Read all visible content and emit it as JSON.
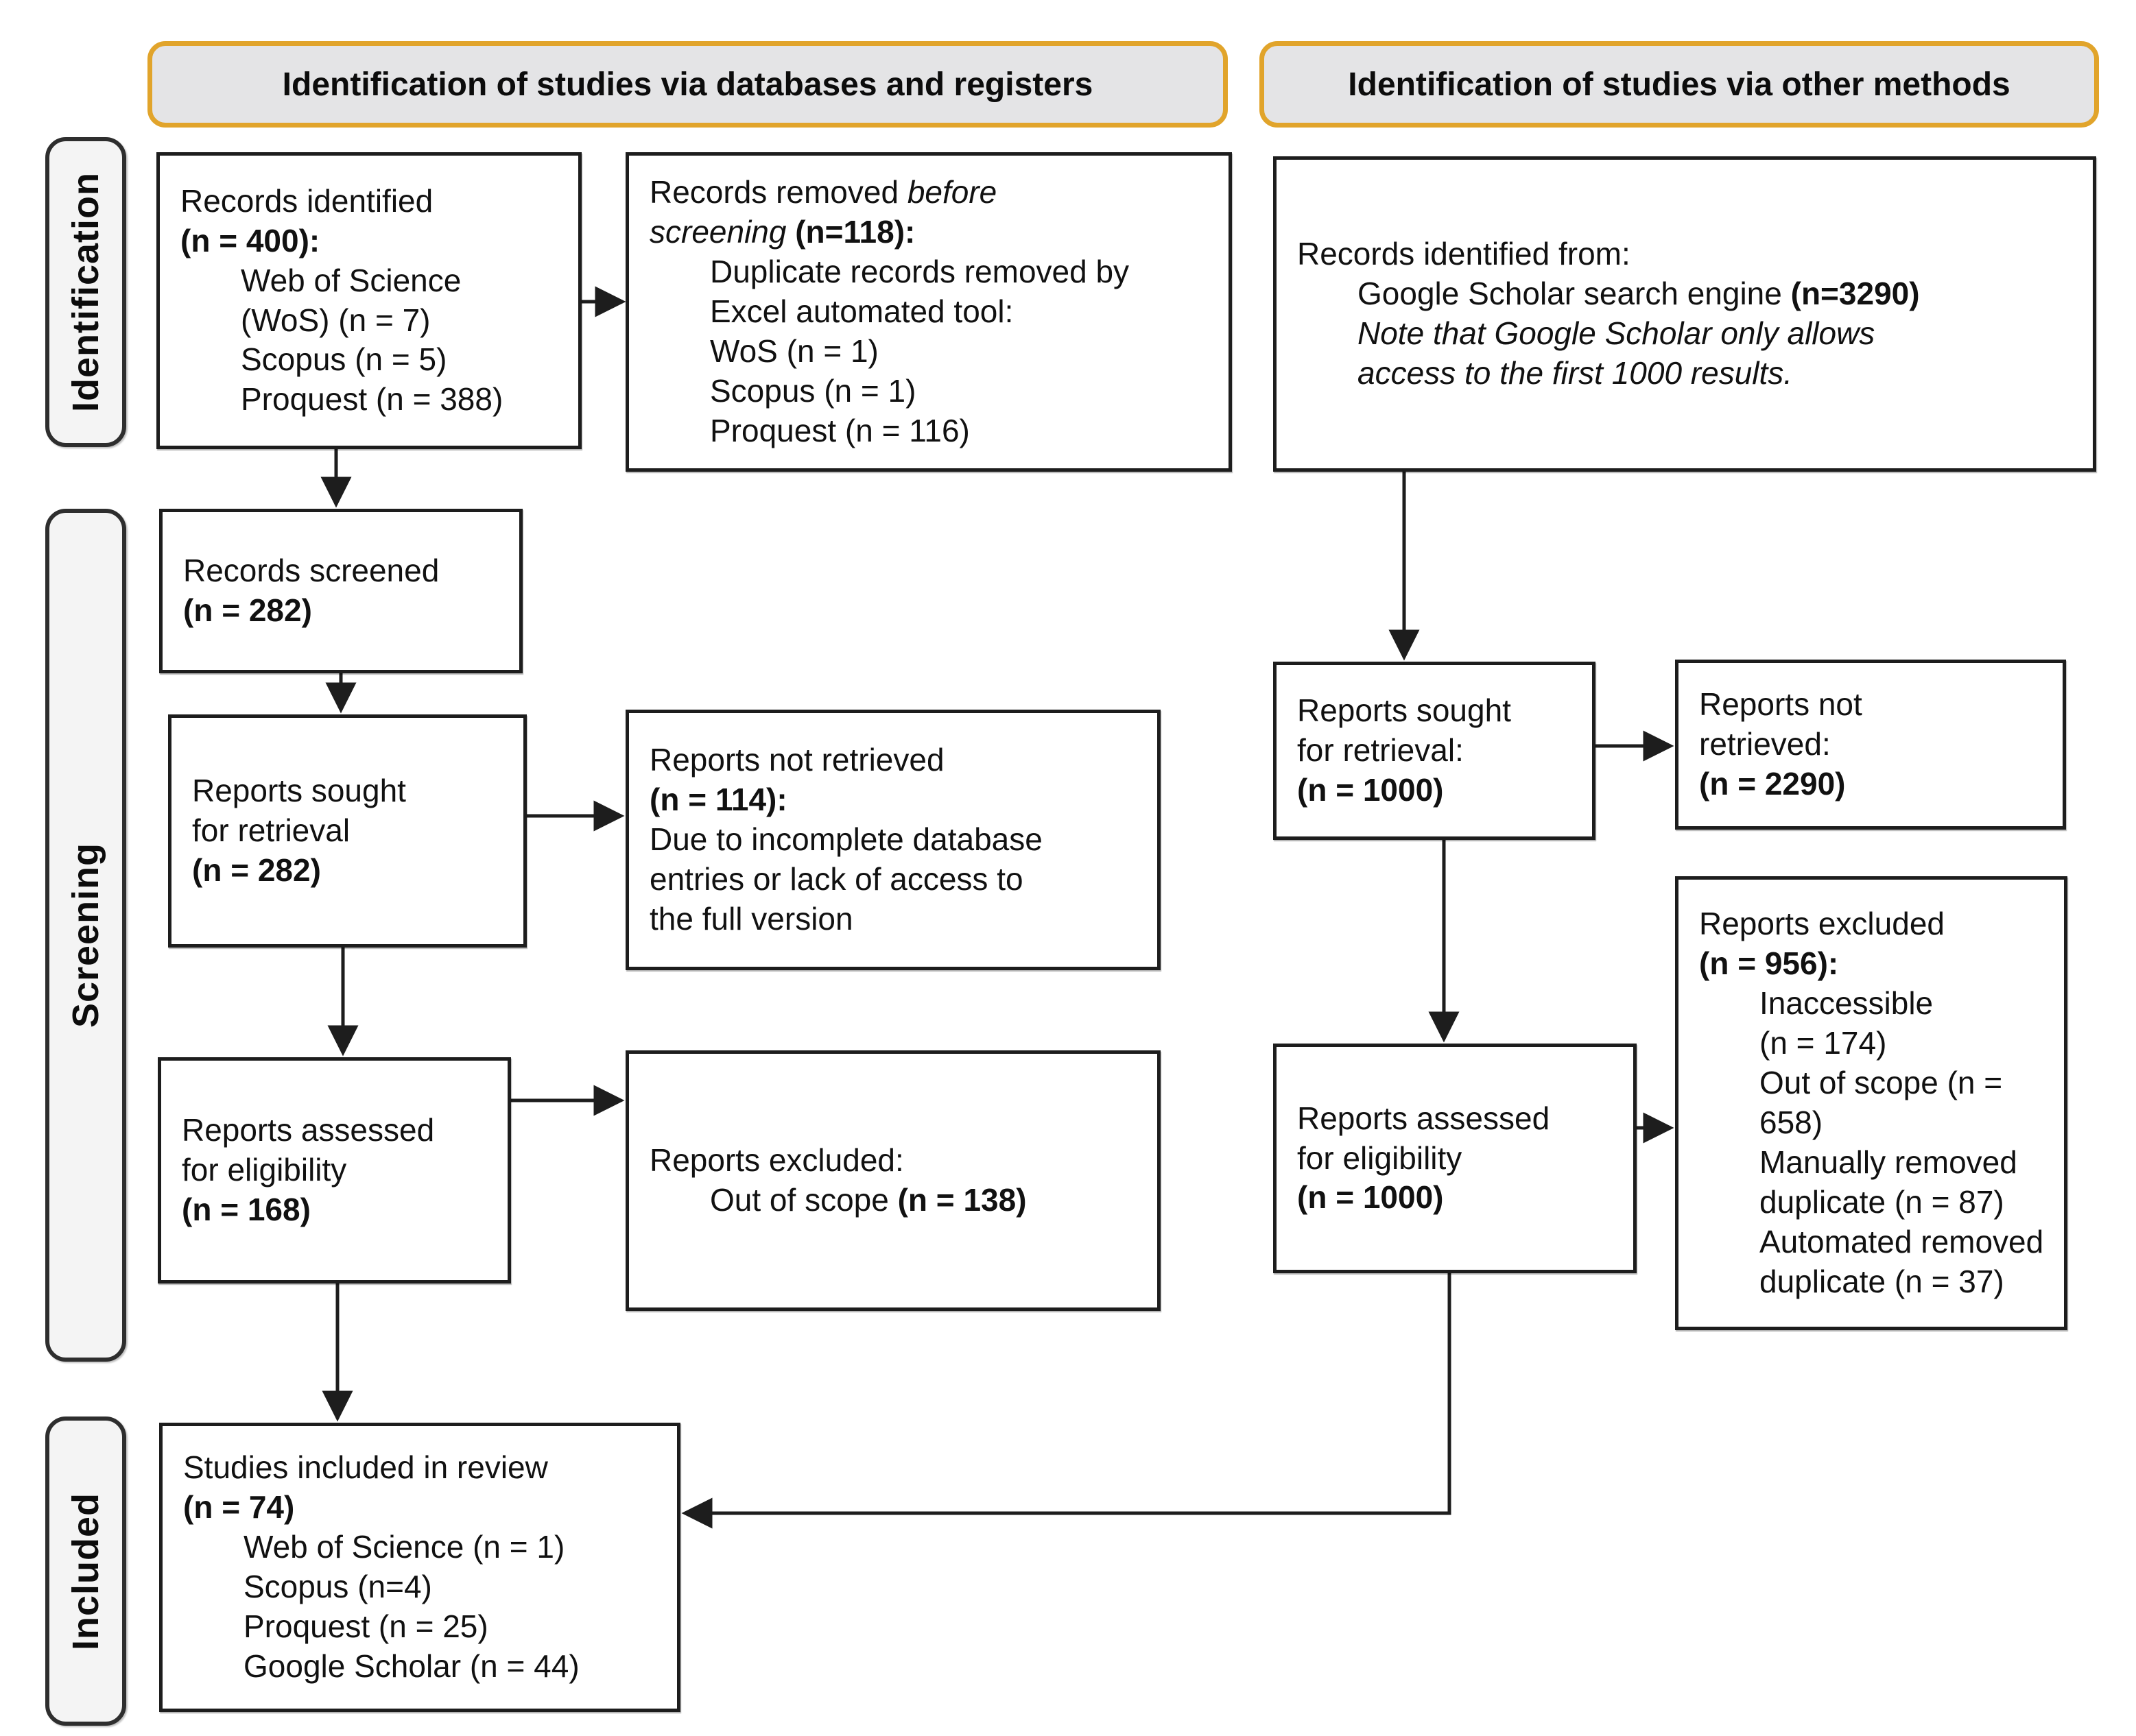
{
  "banners": {
    "databases": "Identification of studies via databases and registers",
    "other": "Identification of studies via other methods"
  },
  "stages": {
    "identification": "Identification",
    "screening": "Screening",
    "included": "Included"
  },
  "db": {
    "identified": {
      "l1": "Records identified",
      "l2": "(n = 400):",
      "l3": "Web of Science",
      "l4": "(WoS) (n = 7)",
      "l5": "Scopus (n = 5)",
      "l6": "Proquest (n = 388)"
    },
    "removed": {
      "l1a": "Records removed ",
      "l1b": "before",
      "l2a": "screening ",
      "l2b": "(n=118):",
      "l3": "Duplicate records removed by",
      "l4": "Excel automated tool:",
      "l5": "WoS (n = 1)",
      "l6": "Scopus (n = 1)",
      "l7": "Proquest (n = 116)"
    },
    "screened": {
      "l1": "Records screened",
      "l2": "(n = 282)"
    },
    "sought": {
      "l1": "Reports sought",
      "l2": "for retrieval",
      "l3": "(n = 282)"
    },
    "not_retrieved": {
      "l1": "Reports not retrieved",
      "l2": "(n = 114):",
      "l3": "Due to incomplete database",
      "l4": "entries or lack of access to",
      "l5": "the full version"
    },
    "assessed": {
      "l1": "Reports assessed",
      "l2": "for eligibility",
      "l3": "(n = 168)"
    },
    "excluded": {
      "l1": "Reports excluded:",
      "l2a": "Out of scope ",
      "l2b": "(n = 138)"
    },
    "included": {
      "l1": "Studies included in review",
      "l2": "(n = 74)",
      "l3": "Web of Science (n = 1)",
      "l4": "Scopus (n=4)",
      "l5": "Proquest (n = 25)",
      "l6": "Google Scholar (n = 44)"
    }
  },
  "other": {
    "identified": {
      "l1": "Records identified from:",
      "l2a": "Google Scholar search engine ",
      "l2b": "(n=3290)",
      "l3": "Note that Google Scholar only allows",
      "l4": "access to the first 1000 results."
    },
    "sought": {
      "l1": "Reports sought",
      "l2": "for retrieval:",
      "l3": "(n = 1000)"
    },
    "not_retrieved": {
      "l1": "Reports not",
      "l2": "retrieved:",
      "l3": "(n = 2290)"
    },
    "assessed": {
      "l1": "Reports assessed",
      "l2": "for eligibility",
      "l3": "(n = 1000)"
    },
    "excluded": {
      "l1": "Reports excluded",
      "l2": "(n = 956):",
      "l3": "Inaccessible",
      "l4": "(n = 174)",
      "l5": "Out of scope (n =",
      "l6": "658)",
      "l7": "Manually removed",
      "l8": "duplicate (n = 87)",
      "l9": "Automated removed",
      "l10": "duplicate (n = 37)"
    }
  },
  "colors": {
    "banner_border": "#E1A42B",
    "banner_fill": "#E4E4E6",
    "stage_fill": "#F4F4F4",
    "box_border": "#1D1D1D",
    "arrow": "#1D1D1D"
  }
}
